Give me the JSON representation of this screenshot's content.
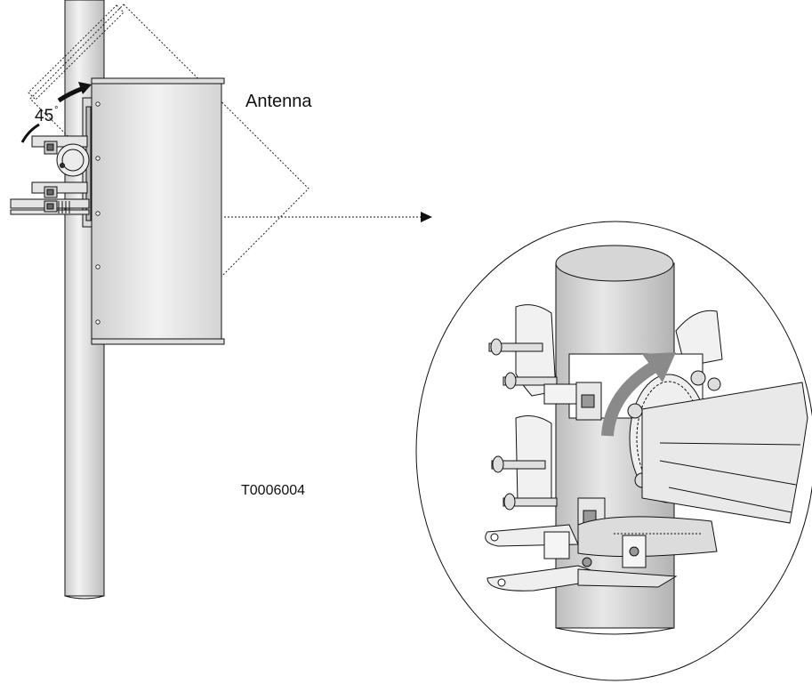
{
  "labels": {
    "antenna": "Antenna",
    "angle": "45",
    "angle_unit": "°",
    "drawing_code": "T0006004"
  },
  "colors": {
    "line": "#111111",
    "pole_fill": "#e6e6e6",
    "panel_fill": "#e9e9e9",
    "arrow_gray": "#8a8a8a"
  },
  "icons": {
    "rotate_arrow": "curved-arrow-icon",
    "pointer_arrow": "dotted-arrow-icon"
  }
}
